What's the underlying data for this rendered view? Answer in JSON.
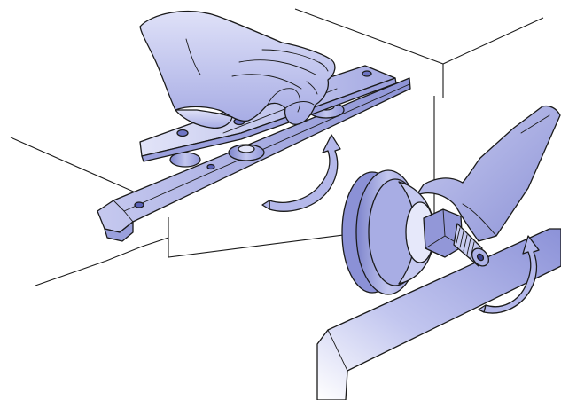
{
  "figure": {
    "scene_left": "hand-mounting-carriage-on-guide-rail",
    "scene_right": "wrench-tightening-roller-nut",
    "arrows": [
      {
        "name": "rotate-carriage-arrow",
        "direction": "counterclockwise"
      },
      {
        "name": "tighten-nut-arrow",
        "direction": "clockwise"
      }
    ]
  },
  "colors": {
    "background": "#ffffff",
    "fill_light": "#c9ccf0",
    "fill_mid": "#a9aee6",
    "fill_dark": "#7f86cf",
    "outline": "#1a1a1a",
    "arrow_fill": "#b4b8ea"
  }
}
